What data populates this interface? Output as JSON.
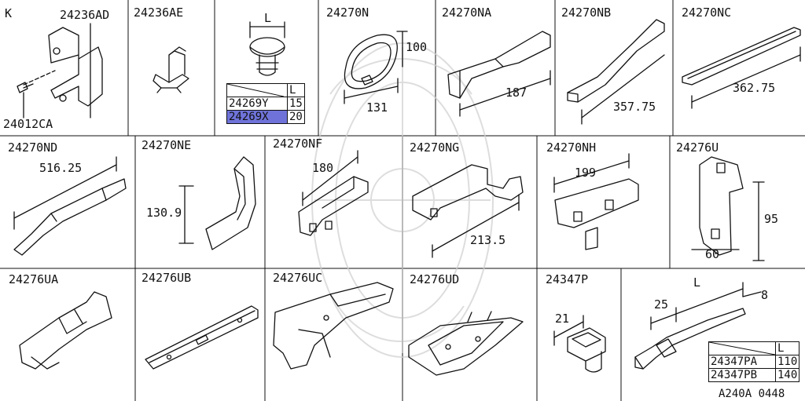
{
  "ref_letter": "K",
  "diagram_code": "A240A 0448",
  "cells": [
    {
      "label": "24236AD",
      "sub_label": "24012CA"
    },
    {
      "label": "24236AE"
    },
    {
      "dim_L": "L"
    },
    {
      "label": "24270N",
      "dim_1": "100",
      "dim_2": "131"
    },
    {
      "label": "24270NA",
      "dim_1": "187"
    },
    {
      "label": "24270NB",
      "dim_1": "357.75"
    },
    {
      "label": "24270NC",
      "dim_1": "362.75"
    },
    {
      "label": "24270ND",
      "dim_1": "516.25"
    },
    {
      "label": "24270NE",
      "dim_1": "130.9"
    },
    {
      "label": "24270NF",
      "dim_1": "180"
    },
    {
      "label": "24270NG",
      "dim_1": "213.5"
    },
    {
      "label": "24270NH",
      "dim_1": "199"
    },
    {
      "label": "24276U",
      "dim_1": "95",
      "dim_2": "60"
    },
    {
      "label": "24276UA"
    },
    {
      "label": "24276UB"
    },
    {
      "label": "24276UC"
    },
    {
      "label": "24276UD"
    },
    {
      "label": "24347P",
      "dim_1": "21"
    },
    {
      "dim_1": "L",
      "dim_2": "25",
      "dim_3": "8"
    }
  ],
  "table_clip": {
    "header": "L",
    "rows": [
      {
        "part": "24269Y",
        "value": "15",
        "highlighted": false
      },
      {
        "part": "24269X",
        "value": "20",
        "highlighted": true
      }
    ]
  },
  "table_tie": {
    "header": "L",
    "rows": [
      {
        "part": "24347PA",
        "value": "110"
      },
      {
        "part": "24347PB",
        "value": "140"
      }
    ]
  }
}
